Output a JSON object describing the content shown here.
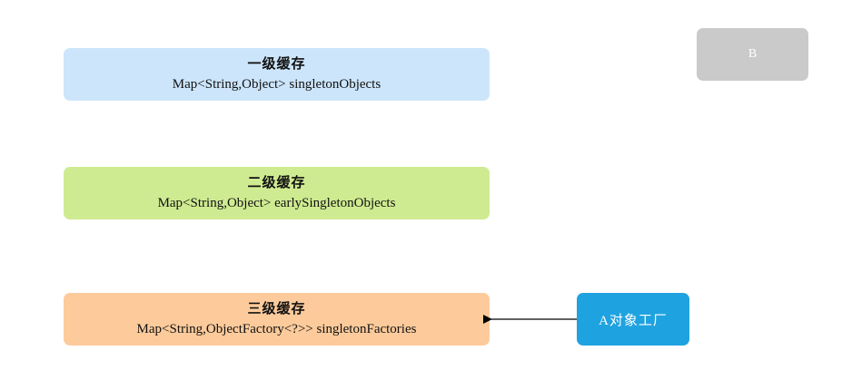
{
  "caches": [
    {
      "title": "一级缓存",
      "field": "Map<String,Object> singletonObjects",
      "color": "#cce5fb"
    },
    {
      "title": "二级缓存",
      "field": "Map<String,Object> earlySingletonObjects",
      "color": "#cfeb91"
    },
    {
      "title": "三级缓存",
      "field": "Map<String,ObjectFactory<?>> singletonFactories",
      "color": "#fdcb9b"
    }
  ],
  "node_b": {
    "label": "B",
    "color": "#cacaca"
  },
  "factory_a": {
    "label": "A对象工厂",
    "color": "#1ea2e0"
  },
  "connections": [
    {
      "from": "A对象工厂",
      "to": "三级缓存"
    }
  ]
}
